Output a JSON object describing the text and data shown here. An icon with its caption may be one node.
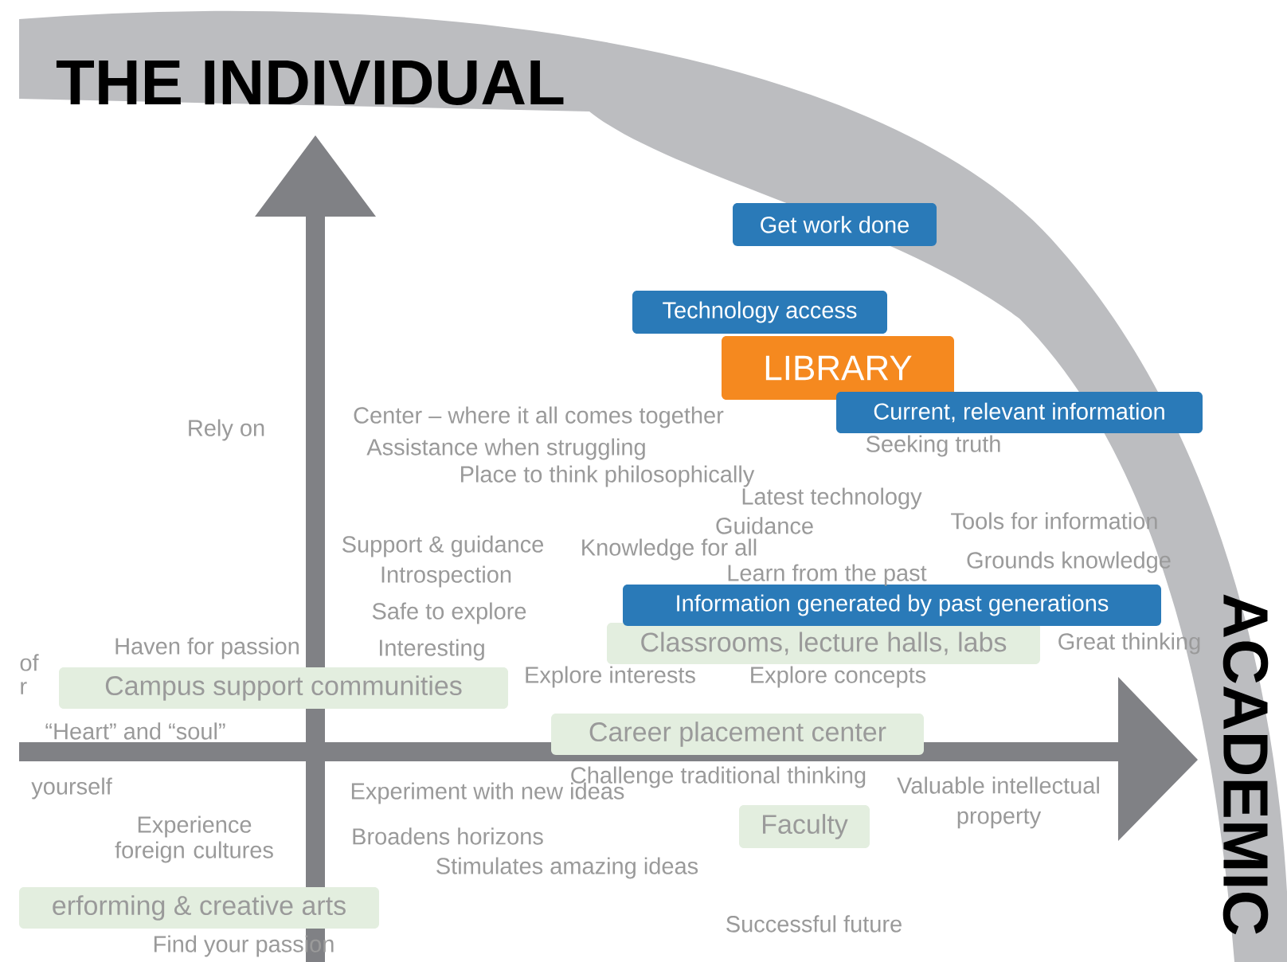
{
  "diagram": {
    "nodes": [
      {
        "text": [
          "Get work done"
        ]
      },
      {
        "text": [
          "Technology access"
        ]
      },
      {
        "text": [
          "LIBRARY"
        ]
      },
      {
        "text": [
          "Current, relevant information"
        ]
      },
      {
        "text": [
          "Information generated by past generations"
        ]
      },
      {
        "text": [
          "Classrooms, lecture halls, labs"
        ]
      },
      {
        "text": [
          "Campus support communities"
        ]
      },
      {
        "text": [
          "Career placement center"
        ]
      },
      {
        "text": [
          "Faculty"
        ]
      },
      {
        "text": [
          "erforming & creative arts"
        ]
      }
    ],
    "labels": [
      "THE INDIVIDUAL",
      "Rely on",
      "Center – where it all comes together",
      "Seeking truth",
      "Assistance when struggling",
      "Place to think philosophically",
      "Latest technology",
      "Tools for information",
      "Guidance",
      "Support & guidance",
      "Knowledge for all",
      "Grounds knowledge",
      "Introspection",
      "Learn from the past",
      "Safe to explore",
      "Haven for passion",
      "Interesting",
      "Great thinking",
      "of",
      "r",
      "Explore interests",
      "Explore concepts",
      "“Heart” and “soul”",
      "ACADEMIC",
      "Challenge traditional thinking",
      "yourself",
      "Valuable intellectual",
      "Experiment with new ideas",
      "property",
      "Experience foreign cultures",
      "Broadens horizons",
      "Stimulates amazing ideas",
      "Successful future",
      "Find your passion"
    ]
  }
}
